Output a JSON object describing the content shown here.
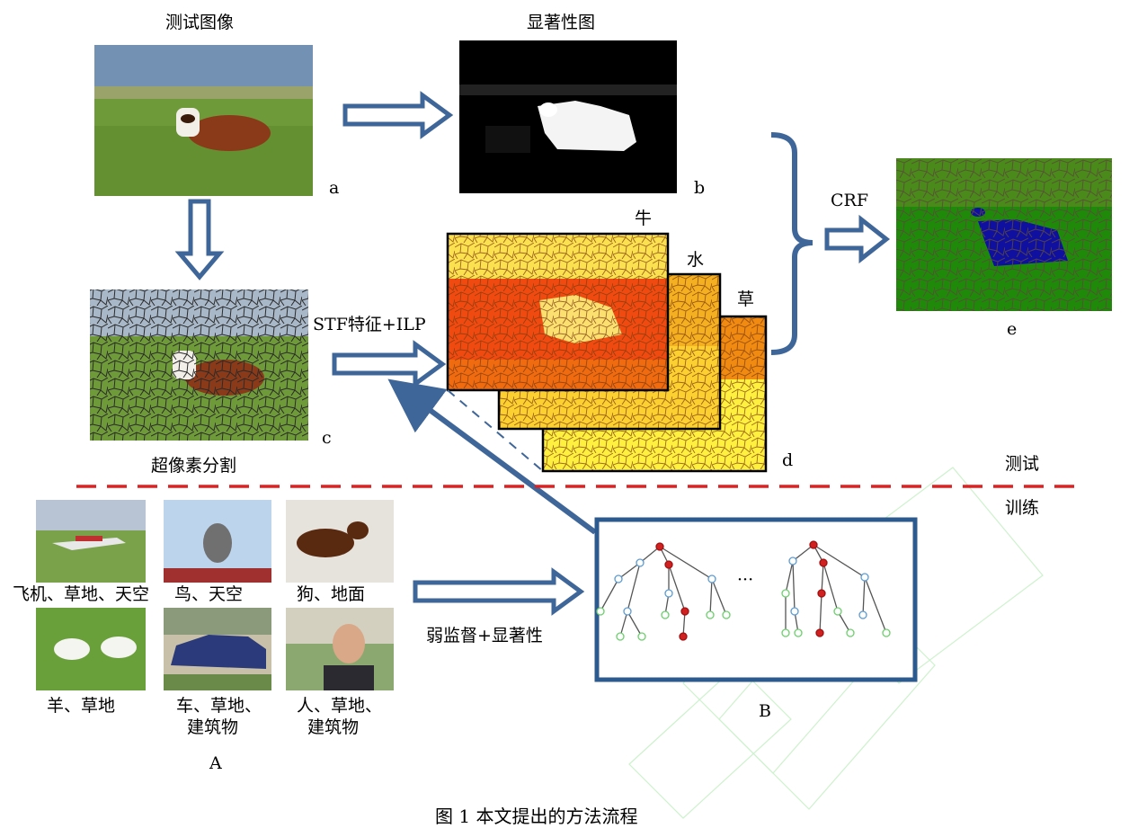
{
  "labels": {
    "test_image": "测试图像",
    "saliency_map": "显著性图",
    "superpixel_seg": "超像素分割",
    "stf_ilp": "STF特征+ILP",
    "crf": "CRF",
    "weak_sal": "弱监督+显著性",
    "test": "测试",
    "train": "训练",
    "cls_cow": "牛",
    "cls_water": "水",
    "cls_grass": "草",
    "dots": "···",
    "caption": "图 1  本文提出的方法流程"
  },
  "letters": {
    "a": "a",
    "b": "b",
    "c": "c",
    "d": "d",
    "e": "e",
    "A": "A",
    "B": "B"
  },
  "train_images": [
    {
      "caption": "飞机、草地、天空"
    },
    {
      "caption": "鸟、天空"
    },
    {
      "caption": "狗、地面"
    },
    {
      "caption": "羊、草地"
    },
    {
      "caption": "车、草地、",
      "caption2": "建筑物"
    },
    {
      "caption": "人、草地、",
      "caption2": "建筑物"
    }
  ],
  "colors": {
    "arrow": "#3f6698",
    "divider": "#e02020",
    "grass": "#6f9a3a",
    "sky": "#6f8eaf",
    "cow": "#8a3a18",
    "result_sky": "#4a8a1a",
    "result_grass": "#1f8a0a",
    "result_cow": "#1010a0"
  }
}
